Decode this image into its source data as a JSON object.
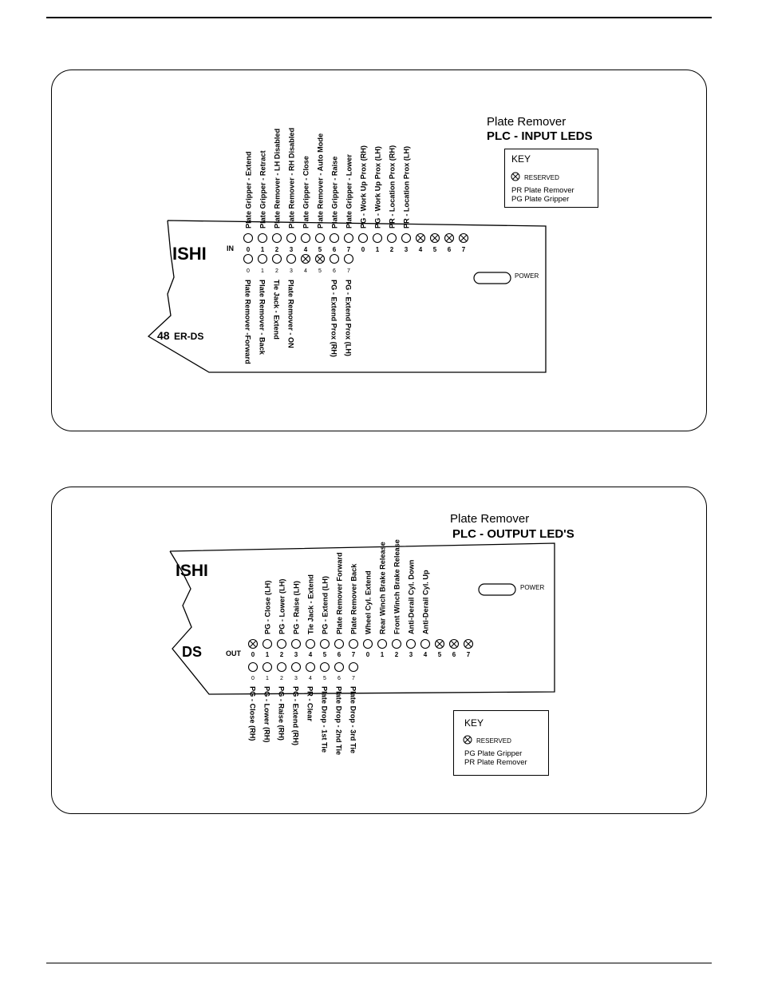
{
  "input_panel": {
    "title_line1": "Plate Remover",
    "title_line2": "PLC - INPUT LEDS",
    "brand": "ISHI",
    "model_number": "48",
    "model_suffix": "ER-DS",
    "bank_label": "IN",
    "power_label": "POWER",
    "key": {
      "title": "KEY",
      "reserved": "RESERVED",
      "abbr1": "PR Plate Remover",
      "abbr2": "PG Plate Gripper"
    },
    "top_row": [
      {
        "num": "0",
        "label": "Plate Gripper - Extend",
        "reserved": false
      },
      {
        "num": "1",
        "label": "Plate Gripper - Retract",
        "reserved": false
      },
      {
        "num": "2",
        "label": "Plate Remover - LH Disabled",
        "reserved": false
      },
      {
        "num": "3",
        "label": "Plate Remover - RH Disabled",
        "reserved": false
      },
      {
        "num": "4",
        "label": "Plate Gripper - Close",
        "reserved": false
      },
      {
        "num": "5",
        "label": "Plate Remover - Auto Mode",
        "reserved": false
      },
      {
        "num": "6",
        "label": "Plate Gripper - Raise",
        "reserved": false
      },
      {
        "num": "7",
        "label": "Plate Gripper - Lower",
        "reserved": false
      },
      {
        "num": "0",
        "label": "PG - Work Up Prox (RH)",
        "reserved": false
      },
      {
        "num": "1",
        "label": "PG - Work Up Prox (LH)",
        "reserved": false
      },
      {
        "num": "2",
        "label": "PR - Location Prox (RH)",
        "reserved": false
      },
      {
        "num": "3",
        "label": "PR - Location Prox (LH)",
        "reserved": false
      },
      {
        "num": "4",
        "label": "",
        "reserved": true
      },
      {
        "num": "5",
        "label": "",
        "reserved": true
      },
      {
        "num": "6",
        "label": "",
        "reserved": true
      },
      {
        "num": "7",
        "label": "",
        "reserved": true
      }
    ],
    "bottom_row": [
      {
        "num": "0",
        "label": "Plate Remover -Forward",
        "reserved": false
      },
      {
        "num": "1",
        "label": "Plate Remover - Back",
        "reserved": false
      },
      {
        "num": "2",
        "label": "Tie Jack - Extend",
        "reserved": false
      },
      {
        "num": "3",
        "label": "Plate Remover - ON",
        "reserved": false
      },
      {
        "num": "4",
        "label": "",
        "reserved": true
      },
      {
        "num": "5",
        "label": "",
        "reserved": true
      },
      {
        "num": "6",
        "label": "PG - Extend Prox (RH)",
        "reserved": false
      },
      {
        "num": "7",
        "label": "PG - Extend Prox (LH)",
        "reserved": false
      }
    ]
  },
  "output_panel": {
    "title_line1": "Plate Remover",
    "title_line2": "PLC - OUTPUT LED'S",
    "brand": "ISHI",
    "model_suffix": "DS",
    "bank_label": "OUT",
    "power_label": "POWER",
    "key": {
      "title": "KEY",
      "reserved": "RESERVED",
      "abbr1": "PG Plate Gripper",
      "abbr2": "PR Plate Remover"
    },
    "top_row": [
      {
        "num": "0",
        "label": "",
        "reserved": true
      },
      {
        "num": "1",
        "label": "PG - Close (LH)",
        "reserved": false
      },
      {
        "num": "2",
        "label": "PG - Lower (LH)",
        "reserved": false
      },
      {
        "num": "3",
        "label": "PG - Raise (LH)",
        "reserved": false
      },
      {
        "num": "4",
        "label": "Tie Jack - Extend",
        "reserved": false
      },
      {
        "num": "5",
        "label": "PG - Extend (LH)",
        "reserved": false
      },
      {
        "num": "6",
        "label": "Plate Remover Forward",
        "reserved": false
      },
      {
        "num": "7",
        "label": "Plate Remover Back",
        "reserved": false
      },
      {
        "num": "0",
        "label": "Wheel Cyl. Extend",
        "reserved": false
      },
      {
        "num": "1",
        "label": "Rear Winch Brake Release",
        "reserved": false
      },
      {
        "num": "2",
        "label": "Front Winch Brake Release",
        "reserved": false
      },
      {
        "num": "3",
        "label": "Anti-Derail Cyl. Down",
        "reserved": false
      },
      {
        "num": "4",
        "label": "Anti-Derail Cyl. Up",
        "reserved": false
      },
      {
        "num": "5",
        "label": "",
        "reserved": true
      },
      {
        "num": "6",
        "label": "",
        "reserved": true
      },
      {
        "num": "7",
        "label": "",
        "reserved": true
      }
    ],
    "bottom_row": [
      {
        "num": "0",
        "label": "PG - Close (RH)",
        "reserved": false
      },
      {
        "num": "1",
        "label": "PG - Lower (RH)",
        "reserved": false
      },
      {
        "num": "2",
        "label": "PG - Raise (RH)",
        "reserved": false
      },
      {
        "num": "3",
        "label": "PG - Extend (RH)",
        "reserved": false
      },
      {
        "num": "4",
        "label": "PR - Clear",
        "reserved": false
      },
      {
        "num": "5",
        "label": "Plate Drop - 1st Tie",
        "reserved": false
      },
      {
        "num": "6",
        "label": "Plate Drop - 2nd Tie",
        "reserved": false
      },
      {
        "num": "7",
        "label": "Plate Drop - 3rd Tie",
        "reserved": false
      }
    ]
  }
}
